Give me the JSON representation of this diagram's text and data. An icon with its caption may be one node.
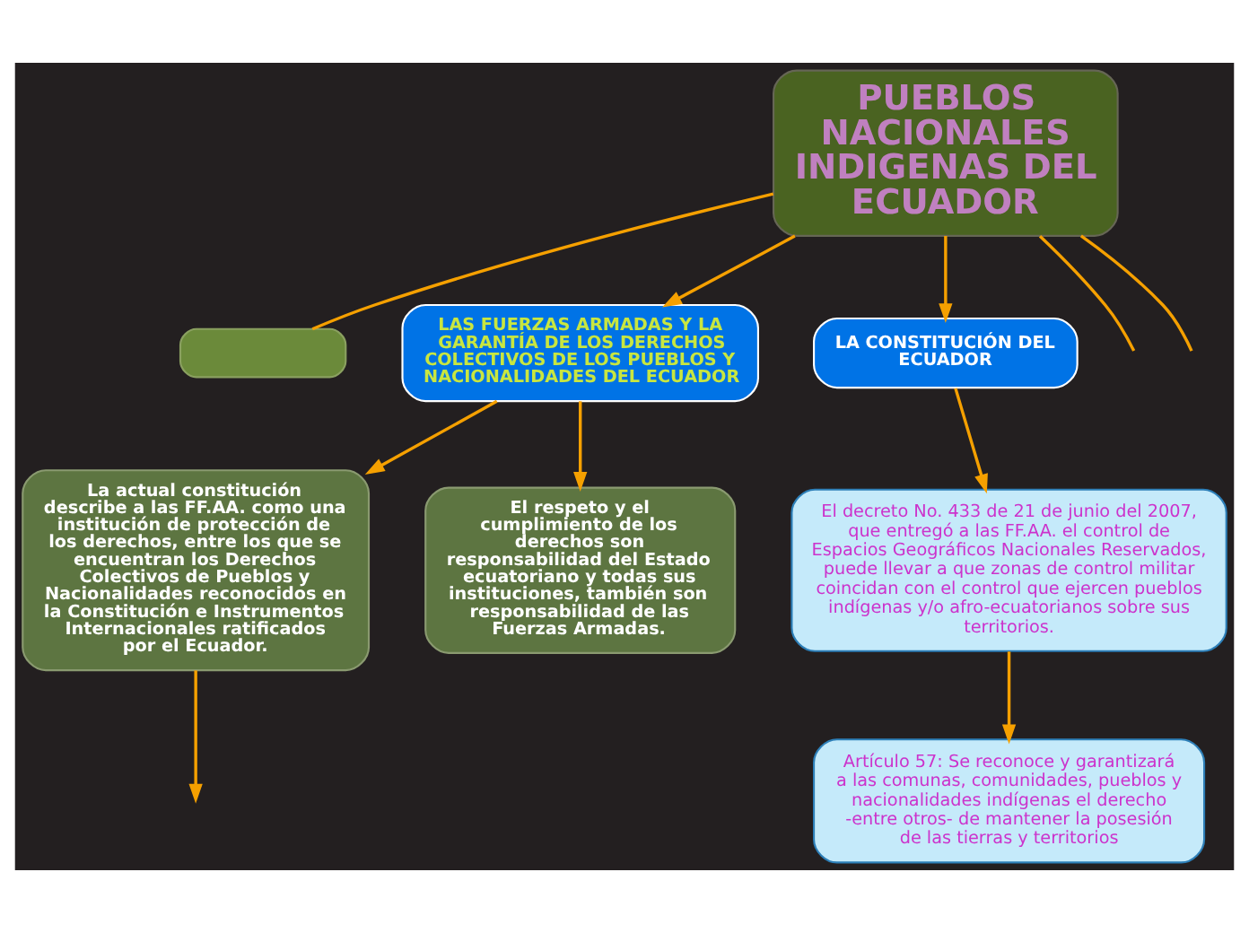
{
  "diagram": {
    "nodes": [
      {
        "text": [
          "PUEBLOS NACIONALES INDIGENAS DEL ECUADOR"
        ]
      },
      {
        "text": [],
        "shape": "box"
      },
      {
        "text": [
          "LAS FUERZAS ARMADAS Y LA GARANTÍA DE LOS DERECHOS COLECTIVOS DE LOS PUEBLOS Y NACIONALIDADES DEL ECUADOR"
        ]
      },
      {
        "text": [
          "LA CONSTITUCIÓN DEL ECUADOR"
        ]
      },
      {
        "text": [
          "La actual constitución describe a las FF.AA. como una institución de protección de los derechos, entre los que se encuentran los Derechos Colectivos de Pueblos y Nacionalidades reconocidos en la Constitución e Instrumentos Internacionales ratificados por el Ecuador."
        ]
      },
      {
        "text": [
          "El respeto y el cumplimiento de los derechos son responsabilidad del Estado ecuatoriano y todas sus instituciones, también son responsabilidad de las Fuerzas Armadas."
        ]
      },
      {
        "text": [
          "El decreto No. 433 de 21 de junio del 2007, que entregó a las FF.AA. el control de Espacios Geográficos Nacionales Reservados, puede llevar a que zonas de control militar coincidan con el control que ejercen pueblos indígenas y/o afro-ecuatorianos sobre sus territorios."
        ]
      },
      {
        "text": [
          "Artículo 57: Se reconoce y garantizará a las comunas, comunidades, pueblos y nacionalidades indígenas el derecho -entre otros- de mantener la posesión de las tierras y territorios"
        ]
      }
    ],
    "edges": [
      {
        "from": 0,
        "to": 1,
        "arrow": "none"
      },
      {
        "from": 0,
        "to": 2,
        "arrow": "to"
      },
      {
        "from": 0,
        "to": null,
        "arrow": "none"
      },
      {
        "from": 0,
        "to": 3,
        "arrow": "to"
      },
      {
        "from": 0,
        "to": null,
        "arrow": "none"
      },
      {
        "from": 2,
        "to": 4,
        "arrow": "to"
      },
      {
        "from": 2,
        "to": 5,
        "arrow": "to"
      },
      {
        "from": 3,
        "to": 6,
        "arrow": "to"
      },
      {
        "from": 6,
        "to": 7,
        "arrow": "to"
      },
      {
        "from": 4,
        "to": null,
        "arrow": "to"
      }
    ]
  }
}
